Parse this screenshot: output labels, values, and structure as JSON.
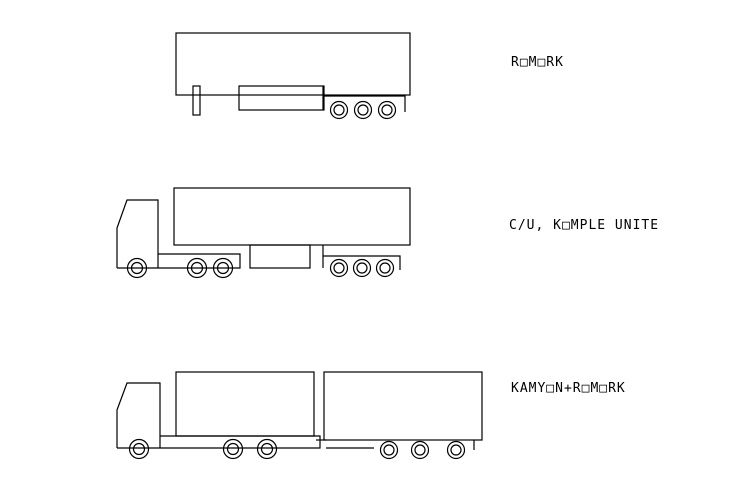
{
  "colors": {
    "line": "#000000",
    "background": "#ffffff"
  },
  "vehicles": [
    {
      "label": "R□M□RK"
    },
    {
      "label": "C/U, K□MPLE UNITE"
    },
    {
      "label": "KAMY□N+R□M□RK"
    }
  ]
}
